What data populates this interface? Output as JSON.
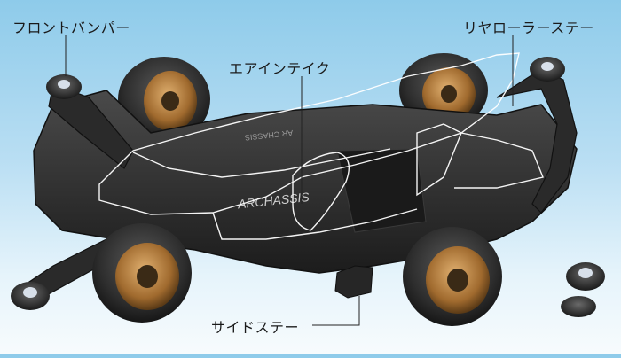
{
  "labels": {
    "front_bumper": "フロントバンパー",
    "air_intake": "エアインテイク",
    "rear_roller_stay": "リヤローラーステー",
    "side_stay": "サイドステー"
  },
  "chassis": {
    "print_main": "ARCHASSIS",
    "print_top": "AR CHASSIS"
  },
  "colors": {
    "chassis": "#2a2a2a",
    "chassis_light": "#4a4a4a",
    "tire": "#3a3a3a",
    "wheel_gold": "#b07a3a",
    "body_outline": "#ffffff",
    "leader": "#222222"
  }
}
